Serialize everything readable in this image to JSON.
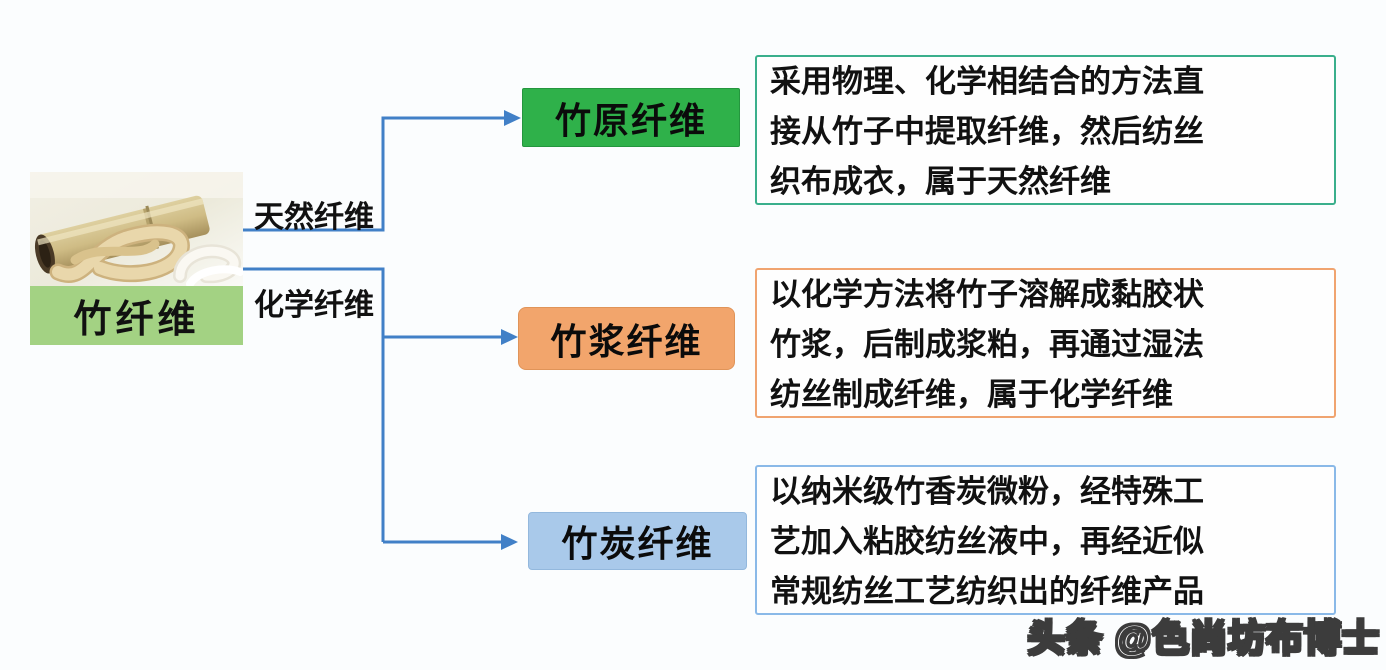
{
  "root": {
    "label": "竹纤维"
  },
  "branches": {
    "natural": "天然纤维",
    "chemical": "化学纤维"
  },
  "nodes": [
    {
      "label": "竹原纤维",
      "desc": [
        "采用物理、化学相结合的方法直",
        "接从竹子中提取纤维，然后纺丝",
        "织布成衣，属于天然纤维"
      ]
    },
    {
      "label": "竹浆纤维",
      "desc": [
        "以化学方法将竹子溶解成黏胶状",
        "竹浆，后制成浆粕，再通过湿法",
        "纺丝制成纤维，属于化学纤维"
      ]
    },
    {
      "label": "竹炭纤维",
      "desc": [
        "以纳米级竹香炭微粉，经特殊工",
        "艺加入粘胶纺丝液中，再经近似",
        "常规纺丝工艺纺织出的纤维产品"
      ]
    }
  ],
  "watermark": "头条 @色尚坊布博士",
  "colors": {
    "connector": "#4180c7",
    "root-bg": "#a3d283",
    "node1-bg": "#2fb14a",
    "node2-bg": "#f2a56c",
    "node3-bg": "#a9c9ea",
    "desc1-border": "#3aaf8c",
    "desc2-border": "#f0a470",
    "desc3-border": "#8ab9e8",
    "watermark-outline": "#3c3c3c"
  }
}
